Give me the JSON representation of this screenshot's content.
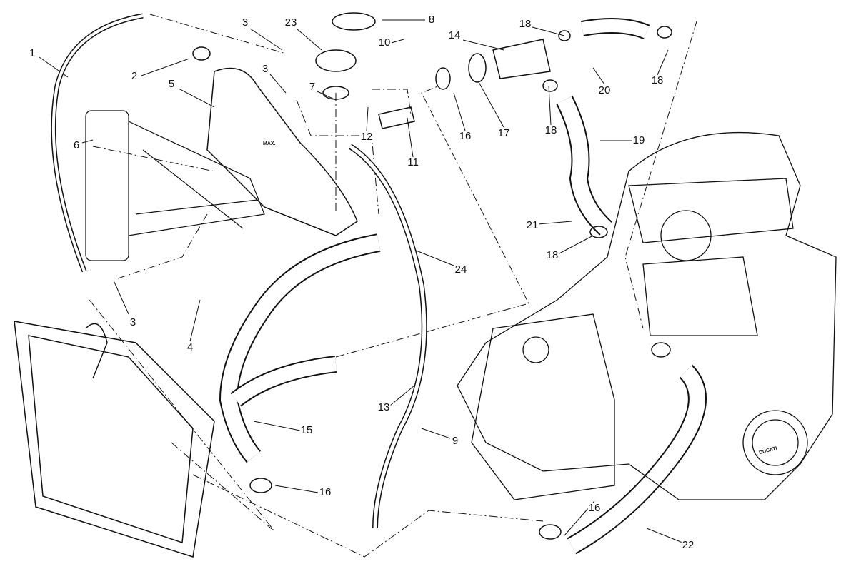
{
  "diagram": {
    "callouts": [
      "1",
      "2",
      "3",
      "23",
      "8",
      "10",
      "3",
      "5",
      "7",
      "14",
      "18",
      "18",
      "20",
      "16",
      "17",
      "18",
      "12",
      "11",
      "6",
      "19",
      "21",
      "18",
      "24",
      "3",
      "4",
      "13",
      "15",
      "9",
      "16",
      "16",
      "22"
    ],
    "tank_mark": "MAX.",
    "engine_mark": "DUCATI",
    "colors": {
      "line": "#111111",
      "background": "#ffffff"
    }
  }
}
